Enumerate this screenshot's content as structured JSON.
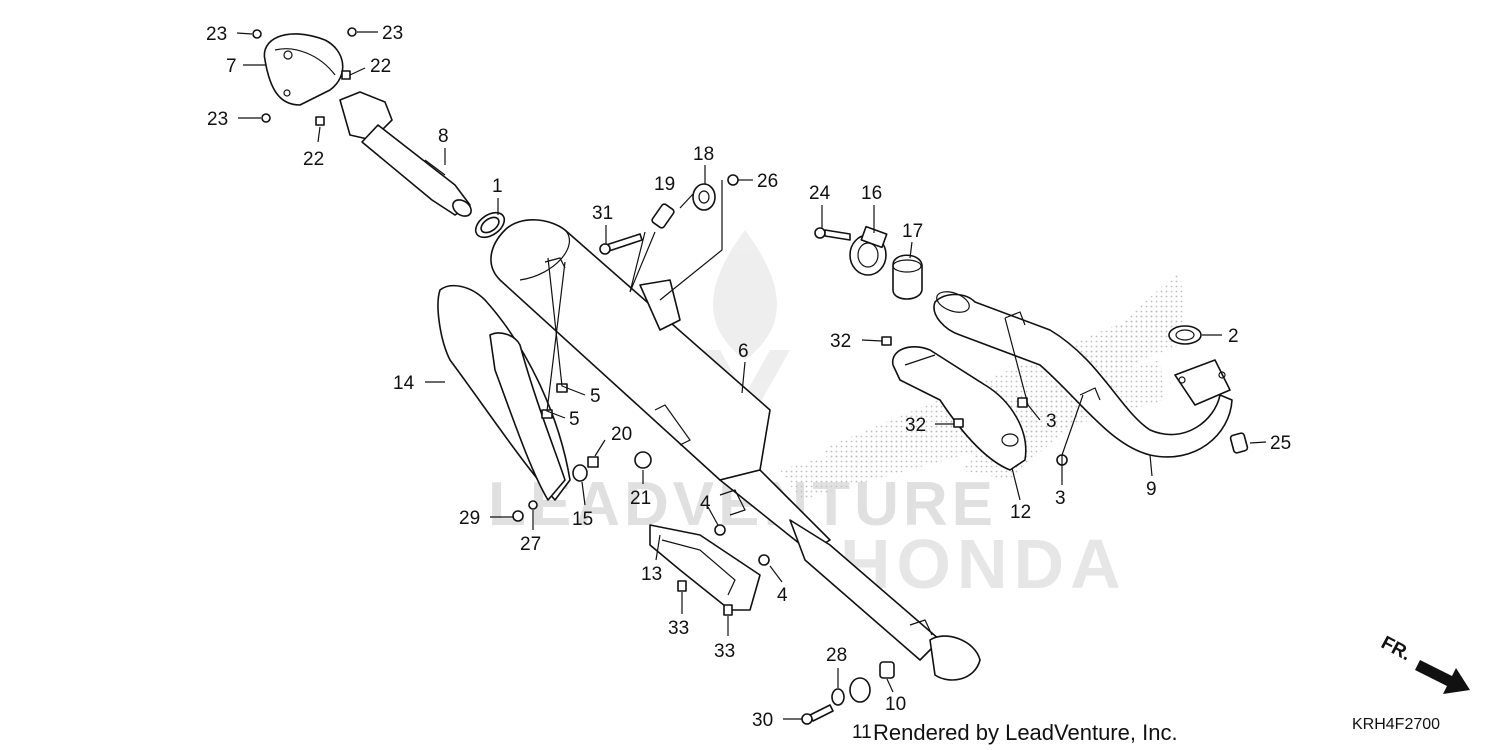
{
  "diagram": {
    "callouts": [
      {
        "id": "c23a",
        "text": "23"
      },
      {
        "id": "c23b",
        "text": "23"
      },
      {
        "id": "c7",
        "text": "7"
      },
      {
        "id": "c22a",
        "text": "22"
      },
      {
        "id": "c23c",
        "text": "23"
      },
      {
        "id": "c22b",
        "text": "22"
      },
      {
        "id": "c8",
        "text": "8"
      },
      {
        "id": "c1",
        "text": "1"
      },
      {
        "id": "c18",
        "text": "18"
      },
      {
        "id": "c19",
        "text": "19"
      },
      {
        "id": "c26",
        "text": "26"
      },
      {
        "id": "c31",
        "text": "31"
      },
      {
        "id": "c24",
        "text": "24"
      },
      {
        "id": "c16",
        "text": "16"
      },
      {
        "id": "c17",
        "text": "17"
      },
      {
        "id": "c2",
        "text": "2"
      },
      {
        "id": "c32a",
        "text": "32"
      },
      {
        "id": "c6",
        "text": "6"
      },
      {
        "id": "c14",
        "text": "14"
      },
      {
        "id": "c5a",
        "text": "5"
      },
      {
        "id": "c5b",
        "text": "5"
      },
      {
        "id": "c20",
        "text": "20"
      },
      {
        "id": "c32b",
        "text": "32"
      },
      {
        "id": "c3a",
        "text": "3"
      },
      {
        "id": "c25",
        "text": "25"
      },
      {
        "id": "c21",
        "text": "21"
      },
      {
        "id": "c15",
        "text": "15"
      },
      {
        "id": "c3b",
        "text": "3"
      },
      {
        "id": "c9",
        "text": "9"
      },
      {
        "id": "c12",
        "text": "12"
      },
      {
        "id": "c4a",
        "text": "4"
      },
      {
        "id": "c29",
        "text": "29"
      },
      {
        "id": "c27",
        "text": "27"
      },
      {
        "id": "c13",
        "text": "13"
      },
      {
        "id": "c4b",
        "text": "4"
      },
      {
        "id": "c33a",
        "text": "33"
      },
      {
        "id": "c33b",
        "text": "33"
      },
      {
        "id": "c28",
        "text": "28"
      },
      {
        "id": "c10",
        "text": "10"
      },
      {
        "id": "c30",
        "text": "30"
      },
      {
        "id": "c11",
        "text": "11"
      }
    ],
    "direction_label": "FR.",
    "diagram_code": "KRH4F2700",
    "credit": "Rendered by LeadVenture, Inc.",
    "watermark_text": "LEADVENTURE",
    "brand_watermark": "HONDA"
  }
}
